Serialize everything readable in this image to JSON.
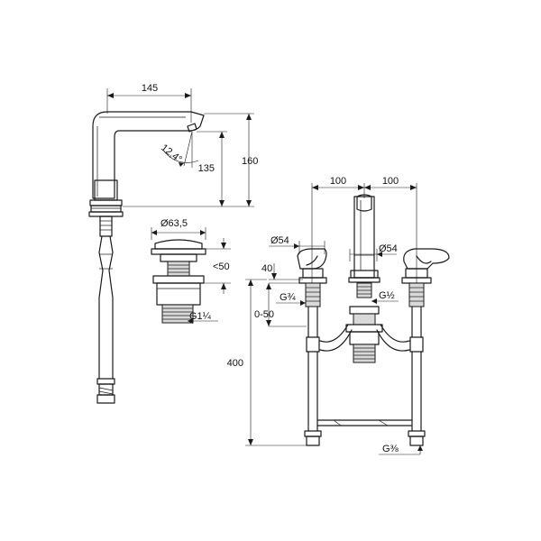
{
  "dimensions": {
    "side_width": "145",
    "side_height_total": "160",
    "side_height_spout": "135",
    "side_angle": "12,4°",
    "drain_diameter": "Ø63,5",
    "drain_height": "<50",
    "drain_thread": "G1¼",
    "spacing_left": "100",
    "spacing_right": "100",
    "handle_diameter_left": "Ø54",
    "spout_diameter": "Ø54",
    "deck_thickness": "40",
    "handle_thread": "G¾",
    "spout_thread": "G½",
    "deck_range": "0-50",
    "hose_length": "400",
    "hose_thread": "G⅜"
  }
}
